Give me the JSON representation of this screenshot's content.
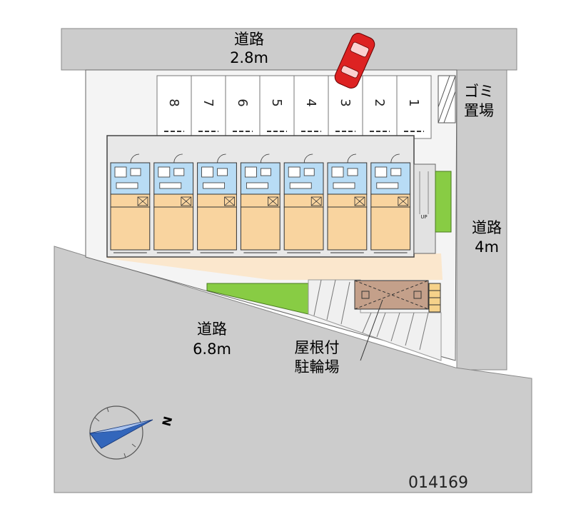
{
  "roads": {
    "top": {
      "name": "道路",
      "width": "2.8m"
    },
    "right": {
      "name": "道路",
      "width": "4m"
    },
    "bottom": {
      "name": "道路",
      "width": "6.8m"
    }
  },
  "garbage_area": {
    "line1": "ゴミ",
    "line2": "置場"
  },
  "bike_parking": {
    "line1": "屋根付",
    "line2": "駐輪場"
  },
  "parking_spaces": [
    "8",
    "7",
    "6",
    "5",
    "4",
    "3",
    "2",
    "1"
  ],
  "occupied_space": "3",
  "compass_letter": "N",
  "property_code": "014169",
  "colors": {
    "road": "#cccccc",
    "lot": "#f4f4f4",
    "room_floor": "#f9d49f",
    "wet_area": "#b8dcf5",
    "walkway": "#fbe7cd",
    "greenery": "#88cc44",
    "bike_roof": "#c4a08a",
    "car": "#dd2222",
    "compass": "#3366bb"
  }
}
